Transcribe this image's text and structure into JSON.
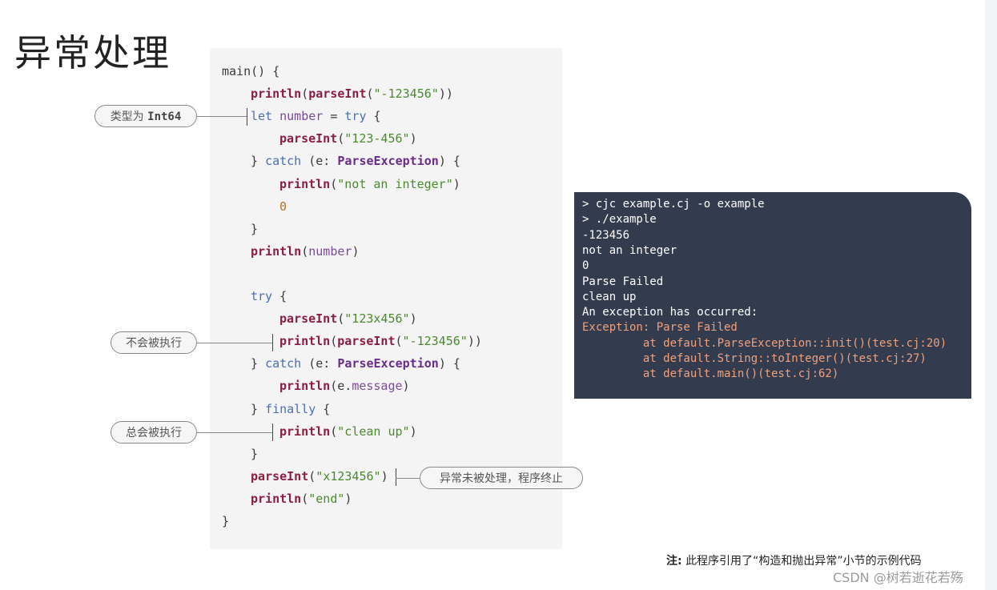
{
  "title": "异常处理",
  "code_lines": [
    [
      [
        "plain",
        "main() {"
      ]
    ],
    [
      [
        "fn",
        "println"
      ],
      [
        "plain",
        "("
      ],
      [
        "fn",
        "parseInt"
      ],
      [
        "plain",
        "("
      ],
      [
        "str",
        "\"-123456\""
      ],
      [
        "plain",
        "))"
      ]
    ],
    [
      [
        "kw",
        "let "
      ],
      [
        "var",
        "number"
      ],
      [
        "plain",
        " = "
      ],
      [
        "kw",
        "try"
      ],
      [
        "plain",
        " {"
      ]
    ],
    [
      [
        "fn",
        "parseInt"
      ],
      [
        "plain",
        "("
      ],
      [
        "str",
        "\"123-456\""
      ],
      [
        "plain",
        ")"
      ]
    ],
    [
      [
        "plain",
        "} "
      ],
      [
        "kw",
        "catch"
      ],
      [
        "plain",
        " (e: "
      ],
      [
        "type",
        "ParseException"
      ],
      [
        "plain",
        ") {"
      ]
    ],
    [
      [
        "fn",
        "println"
      ],
      [
        "plain",
        "("
      ],
      [
        "str",
        "\"not an integer\""
      ],
      [
        "plain",
        ")"
      ]
    ],
    [
      [
        "num",
        "0"
      ]
    ],
    [
      [
        "plain",
        "}"
      ]
    ],
    [
      [
        "fn",
        "println"
      ],
      [
        "plain",
        "("
      ],
      [
        "var",
        "number"
      ],
      [
        "plain",
        ")"
      ]
    ],
    [],
    [
      [
        "kw",
        "try"
      ],
      [
        "plain",
        " {"
      ]
    ],
    [
      [
        "fn",
        "parseInt"
      ],
      [
        "plain",
        "("
      ],
      [
        "str",
        "\"123x456\""
      ],
      [
        "plain",
        ")"
      ]
    ],
    [
      [
        "fn",
        "println"
      ],
      [
        "plain",
        "("
      ],
      [
        "fn",
        "parseInt"
      ],
      [
        "plain",
        "("
      ],
      [
        "str",
        "\"-123456\""
      ],
      [
        "plain",
        "))"
      ]
    ],
    [
      [
        "plain",
        "} "
      ],
      [
        "kw",
        "catch"
      ],
      [
        "plain",
        " (e: "
      ],
      [
        "type",
        "ParseException"
      ],
      [
        "plain",
        ") {"
      ]
    ],
    [
      [
        "fn",
        "println"
      ],
      [
        "plain",
        "(e."
      ],
      [
        "var",
        "message"
      ],
      [
        "plain",
        ")"
      ]
    ],
    [
      [
        "plain",
        "} "
      ],
      [
        "kw",
        "finally"
      ],
      [
        "plain",
        " {"
      ]
    ],
    [
      [
        "fn",
        "println"
      ],
      [
        "plain",
        "("
      ],
      [
        "str",
        "\"clean up\""
      ],
      [
        "plain",
        ")"
      ]
    ],
    [
      [
        "plain",
        "}"
      ]
    ],
    [
      [
        "fn",
        "parseInt"
      ],
      [
        "plain",
        "("
      ],
      [
        "str",
        "\"x123456\""
      ],
      [
        "plain",
        ")"
      ]
    ],
    [
      [
        "fn",
        "println"
      ],
      [
        "plain",
        "("
      ],
      [
        "str",
        "\"end\""
      ],
      [
        "plain",
        ")"
      ]
    ],
    [
      [
        "plain",
        "}"
      ]
    ]
  ],
  "callouts": {
    "type_is_prefix": "类型为",
    "type_is_type": "Int64",
    "not_executed": "不会被执行",
    "always_executed": "总会被执行",
    "unhandled": "异常未被处理，程序终止"
  },
  "terminal": {
    "lines": [
      {
        "text": "> cjc example.cj -o example",
        "error": false
      },
      {
        "text": "> ./example",
        "error": false
      },
      {
        "text": "-123456",
        "error": false
      },
      {
        "text": "not an integer",
        "error": false
      },
      {
        "text": "0",
        "error": false
      },
      {
        "text": "Parse Failed",
        "error": false
      },
      {
        "text": "clean up",
        "error": false
      },
      {
        "text": "An exception has occurred:",
        "error": false
      },
      {
        "text": "Exception: Parse Failed",
        "error": true
      },
      {
        "text": "         at default.ParseException::init()(test.cj:20)",
        "error": true
      },
      {
        "text": "         at default.String::toInteger()(test.cj:27)",
        "error": true
      },
      {
        "text": "         at default.main()(test.cj:62)",
        "error": true
      }
    ]
  },
  "note": {
    "label": "注:",
    "text": "此程序引用了“构造和抛出异常”小节的示例代码"
  },
  "watermark": "CSDN @树若逝花若殇"
}
